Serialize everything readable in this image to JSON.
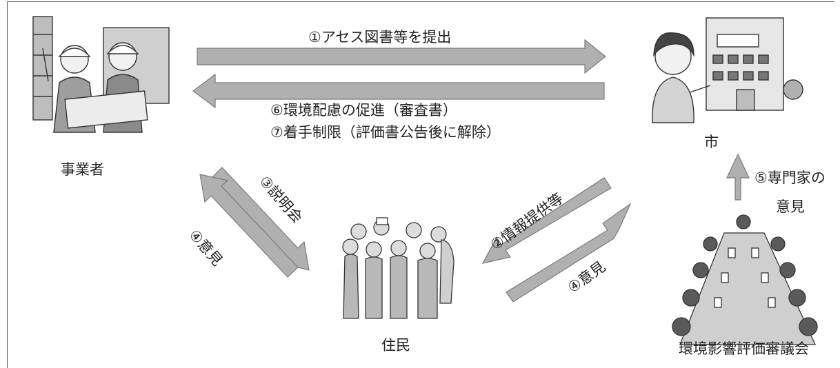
{
  "actors": {
    "business_operator": "事業者",
    "city": "市",
    "residents": "住民",
    "council": "環境影響評価審議会"
  },
  "steps": {
    "submit_documents": "①アセス図書等を提出",
    "info_provision": "②情報提供等",
    "briefing": "③説明会",
    "opinion_to_operator": "④意見",
    "opinion_to_city": "④意見",
    "expert_opinion_line1": "⑤専門家の",
    "expert_opinion_line2": "意見",
    "promotion": "⑥環境配慮の促進（審査書）",
    "restriction": "⑦着手制限（評価書公告後に解除）"
  },
  "colors": {
    "arrow_fill": "#b0b0b0",
    "arrow_stroke": "#7a7a7a",
    "text": "#222222"
  }
}
